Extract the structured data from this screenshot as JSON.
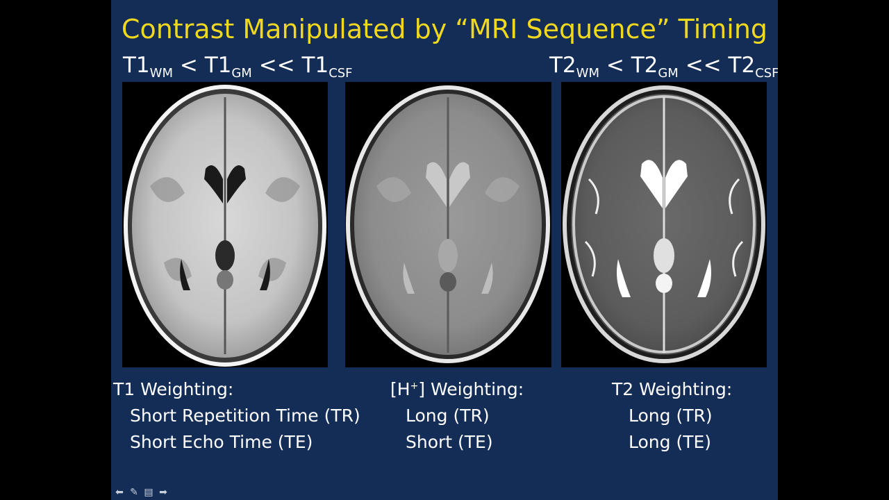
{
  "slide": {
    "title": "Contrast Manipulated by “MRI Sequence” Timing",
    "relation_t1": {
      "t1a": "T1",
      "wm": "WM",
      "lt1": " < ",
      "t1b": "T1",
      "gm": "GM",
      "lt2": " << ",
      "t1c": "T1",
      "csf": "CSF"
    },
    "relation_t2": {
      "t2a": "T2",
      "wm": "WM",
      "lt1": " < ",
      "t2b": "T2",
      "gm": "GM",
      "lt2": " << ",
      "t2c": "T2",
      "csf": "CSF"
    },
    "captions": {
      "t1": {
        "heading": "T1 Weighting:",
        "line1": "Short Repetition Time (TR)",
        "line2": "Short Echo Time (TE)"
      },
      "pd": {
        "heading_prefix": "[H",
        "heading_sup": "+",
        "heading_suffix": "] Weighting:",
        "line1": "Long (TR)",
        "line2": "Short (TE)"
      },
      "t2": {
        "heading": "T2 Weighting:",
        "line1": "Long (TR)",
        "line2": "Long (TE)"
      }
    },
    "colors": {
      "background": "#132d57",
      "title": "#f0d81e",
      "text": "#ffffff"
    }
  },
  "controls": {
    "prev_icon": "arrow-left-icon",
    "pen_icon": "pen-icon",
    "menu_icon": "slide-menu-icon",
    "next_icon": "arrow-right-icon"
  }
}
